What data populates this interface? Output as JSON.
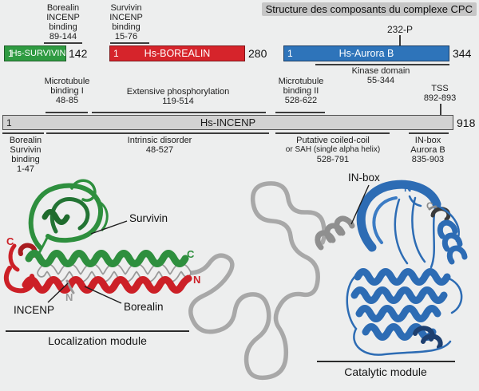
{
  "title": "Structure des composants du complexe CPC",
  "top_annotations": {
    "borealin_incenp": {
      "l1": "Borealin",
      "l2": "INCENP",
      "l3": "binding",
      "range": "89-144"
    },
    "survivin_incenp": {
      "l1": "Survivin",
      "l2": "INCENP",
      "l3": "binding",
      "range": "15-76"
    },
    "phospho": "232-P"
  },
  "bars": {
    "survivin": {
      "start": "1",
      "name": "Hs-SURVIVIN",
      "end": "142"
    },
    "borealin": {
      "start": "1",
      "name": "Hs-BOREALIN",
      "end": "280"
    },
    "aurora": {
      "start": "1",
      "name": "Hs-Aurora B",
      "end": "344"
    },
    "incenp": {
      "start": "1",
      "name": "Hs-INCENP",
      "end": "918"
    }
  },
  "kinase": {
    "label": "Kinase domain",
    "range": "55-344"
  },
  "incenp_above": {
    "mb1": {
      "l1": "Microtubule",
      "l2": "binding I",
      "range": "48-85"
    },
    "ext": {
      "l1": "Extensive phosphorylation",
      "range": "119-514"
    },
    "mb2": {
      "l1": "Microtubule",
      "l2": "binding II",
      "range": "528-622"
    },
    "tss": {
      "l1": "TSS",
      "range": "892-893"
    }
  },
  "incenp_below": {
    "bsb": {
      "l1": "Borealin",
      "l2": "Survivin",
      "l3": "binding",
      "range": "1-47"
    },
    "dis": {
      "l1": "Intrinsic disorder",
      "range": "48-527"
    },
    "cc": {
      "l1": "Putative coiled-coil",
      "l2": "or SAH (single alpha helix)",
      "range": "528-791"
    },
    "inbox": {
      "l1": "IN-box",
      "l2": "Aurora B",
      "range": "835-903"
    }
  },
  "left_module": {
    "survivin_label": "Survivin",
    "incenp_label": "INCENP",
    "borealin_label": "Borealin",
    "c_red": "C",
    "c_green": "C",
    "n_red": "N",
    "n_gray": "N",
    "caption": "Localization module"
  },
  "right_module": {
    "inbox_label": "IN-box",
    "n_blue": "N",
    "c_gray": "C",
    "caption": "Catalytic module"
  },
  "colors": {
    "survivin_green": "#2f9b41",
    "borealin_red": "#d6242b",
    "aurora_blue": "#2e74ba",
    "incenp_gray": "#d2d2d2",
    "squiggle_gray": "#a8a8a8",
    "title_highlight": "#c6c6c6",
    "background": "#edeeee"
  }
}
